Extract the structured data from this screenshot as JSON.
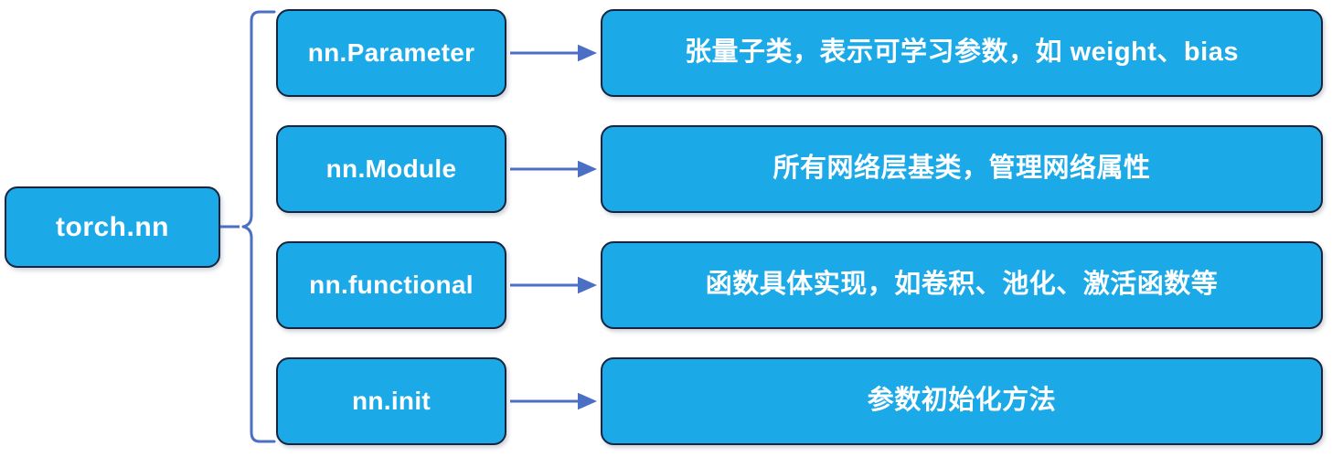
{
  "diagram": {
    "title": "torch.nn",
    "root": {
      "label": "torch.nn"
    },
    "accent_color": "#1CA9E8",
    "border_color": "#17243d",
    "connector_color": "#4a6fc4",
    "text_color": "#ffffff",
    "background_color": "#ffffff",
    "branches": [
      {
        "node_label": "nn.Parameter",
        "description": "张量子类，表示可学习参数，如 weight、bias"
      },
      {
        "node_label": "nn.Module",
        "description": "所有网络层基类，管理网络属性"
      },
      {
        "node_label": "nn.functional",
        "description": "函数具体实现，如卷积、池化、激活函数等"
      },
      {
        "node_label": "nn.init",
        "description": "参数初始化方法"
      }
    ]
  }
}
